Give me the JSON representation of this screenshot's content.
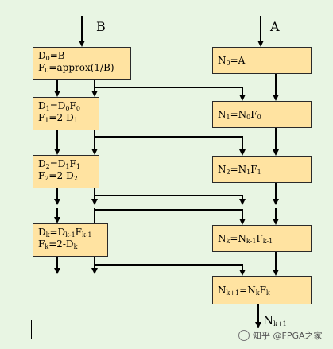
{
  "inputs": {
    "b": "B",
    "a": "A"
  },
  "left_boxes": [
    {
      "line1": "D<sub>0</sub>=B",
      "line2": "F<sub>0</sub>=approx(1/B)"
    },
    {
      "line1": "D<sub>1</sub>=D<sub>0</sub>F<sub>0</sub>",
      "line2": "F<sub>1</sub>=2-D<sub>1</sub>"
    },
    {
      "line1": "D<sub>2</sub>=D<sub>1</sub>F<sub>1</sub>",
      "line2": "F<sub>2</sub>=2-D<sub>2</sub>"
    },
    {
      "line1": "D<sub>k</sub>=D<sub>k-1</sub>F<sub>k-1</sub>",
      "line2": "F<sub>k</sub>=2-D<sub>k</sub>"
    }
  ],
  "right_boxes": [
    {
      "text": "N<sub>0</sub>=A"
    },
    {
      "text": "N<sub>1</sub>=N<sub>0</sub>F<sub>0</sub>"
    },
    {
      "text": "N<sub>2</sub>=N<sub>1</sub>F<sub>1</sub>"
    },
    {
      "text": "N<sub>k</sub>=N<sub>k-1</sub>F<sub>k-1</sub>"
    },
    {
      "text": "N<sub>k+1</sub>=N<sub>k</sub>F<sub>k</sub>"
    }
  ],
  "output": {
    "label": "N<sub>k+1</sub>"
  },
  "watermark": {
    "text": "知乎 @FPGA之家"
  },
  "colors": {
    "box_fill": "#ffe3a1",
    "background": "#e8f5e3",
    "stroke": "#000000"
  }
}
